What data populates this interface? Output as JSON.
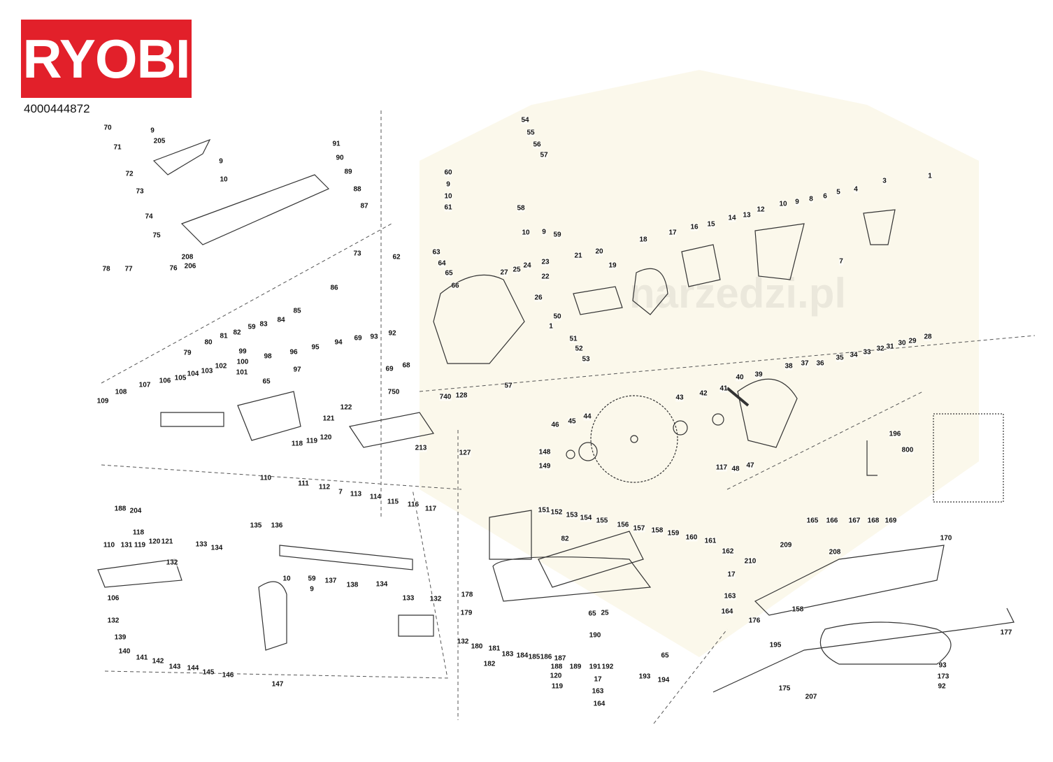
{
  "brand": "RYOBI",
  "document_number": "4000444872",
  "watermark": "narzedzi.pl",
  "labels": [
    "70",
    "9",
    "205",
    "71",
    "9",
    "10",
    "72",
    "73",
    "74",
    "75",
    "91",
    "90",
    "89",
    "88",
    "87",
    "73",
    "208",
    "206",
    "76",
    "77",
    "78",
    "86",
    "85",
    "84",
    "83",
    "82",
    "81",
    "59",
    "80",
    "79",
    "60",
    "9",
    "10",
    "61",
    "62",
    "63",
    "64",
    "65",
    "66",
    "54",
    "55",
    "56",
    "57",
    "58",
    "10",
    "9",
    "59",
    "27",
    "25",
    "24",
    "23",
    "22",
    "21",
    "20",
    "26",
    "19",
    "18",
    "17",
    "16",
    "15",
    "14",
    "13",
    "12",
    "10",
    "9",
    "8",
    "6",
    "5",
    "4",
    "3",
    "1",
    "7",
    "50",
    "1",
    "51",
    "52",
    "53",
    "57",
    "69",
    "93",
    "92",
    "94",
    "95",
    "96",
    "97",
    "98",
    "99",
    "100",
    "101",
    "65",
    "102",
    "103",
    "104",
    "105",
    "106",
    "107",
    "108",
    "109",
    "69",
    "68",
    "750",
    "740",
    "128",
    "122",
    "121",
    "119",
    "118",
    "120",
    "110",
    "111",
    "112",
    "7",
    "113",
    "114",
    "115",
    "116",
    "117",
    "213",
    "127",
    "38",
    "37",
    "36",
    "35",
    "34",
    "33",
    "32",
    "31",
    "30",
    "29",
    "28",
    "39",
    "40",
    "41",
    "42",
    "43",
    "44",
    "45",
    "46",
    "117",
    "48",
    "47",
    "196",
    "800",
    "148",
    "149",
    "151",
    "152",
    "153",
    "154",
    "155",
    "156",
    "157",
    "158",
    "159",
    "82",
    "160",
    "161",
    "162",
    "17",
    "163",
    "164",
    "65",
    "193",
    "194",
    "178",
    "179",
    "132",
    "180",
    "181",
    "182",
    "183",
    "184",
    "185",
    "186",
    "187",
    "188",
    "189",
    "190",
    "191",
    "192",
    "120",
    "119",
    "65",
    "25",
    "17",
    "163",
    "164",
    "165",
    "166",
    "167",
    "168",
    "169",
    "170",
    "209",
    "208",
    "210",
    "158",
    "176",
    "195",
    "177",
    "93",
    "173",
    "92",
    "175",
    "207",
    "188",
    "204",
    "118",
    "110",
    "131",
    "119",
    "120",
    "121",
    "132",
    "133",
    "134",
    "135",
    "136",
    "106",
    "10",
    "59",
    "137",
    "9",
    "138",
    "134",
    "133",
    "132",
    "132",
    "139",
    "140",
    "141",
    "142",
    "143",
    "144",
    "145",
    "146",
    "147"
  ]
}
